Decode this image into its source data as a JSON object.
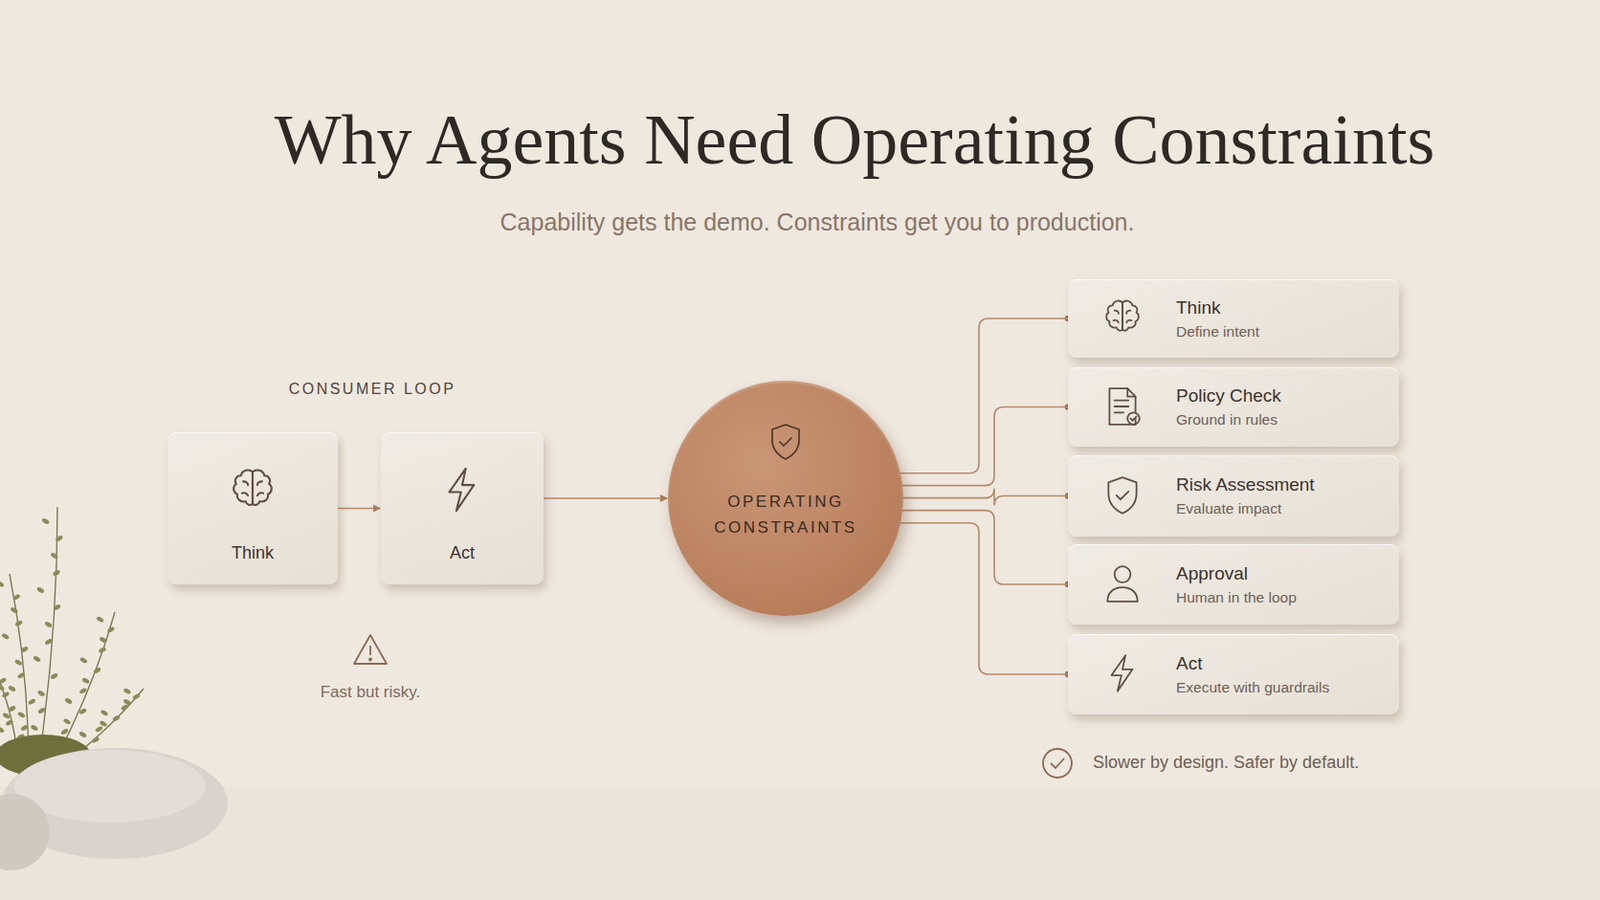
{
  "diagram": {
    "title": "Why Agents Need Operating Constraints",
    "nodes": [
      {
        "text": [
          "Think"
        ]
      },
      {
        "text": [
          "Act"
        ]
      },
      {
        "text": [
          "OPERATING CONSTRAINTS"
        ]
      },
      {
        "text": [
          "Think",
          "Define intent"
        ]
      },
      {
        "text": [
          "Policy Check",
          "Ground in rules"
        ]
      },
      {
        "text": [
          "Risk Assessment",
          "Evaluate impact"
        ]
      },
      {
        "text": [
          "Approval",
          "Human in the loop"
        ]
      },
      {
        "text": [
          "Act",
          "Execute with guardrails"
        ]
      }
    ],
    "edges": [
      {
        "from": 0,
        "to": 1,
        "arrow": "to"
      },
      {
        "from": 1,
        "to": 2,
        "arrow": "to"
      },
      {
        "from": 2,
        "to": 3,
        "arrow": "none"
      },
      {
        "from": 2,
        "to": 4,
        "arrow": "none"
      },
      {
        "from": 2,
        "to": 5,
        "arrow": "none"
      },
      {
        "from": 2,
        "to": 6,
        "arrow": "none"
      },
      {
        "from": 2,
        "to": 7,
        "arrow": "none"
      }
    ],
    "labels": [
      "Capability gets the demo. Constraints get you to production.",
      "CONSUMER LOOP",
      "Fast but risky.",
      "Slower by design. Safer by default."
    ]
  }
}
